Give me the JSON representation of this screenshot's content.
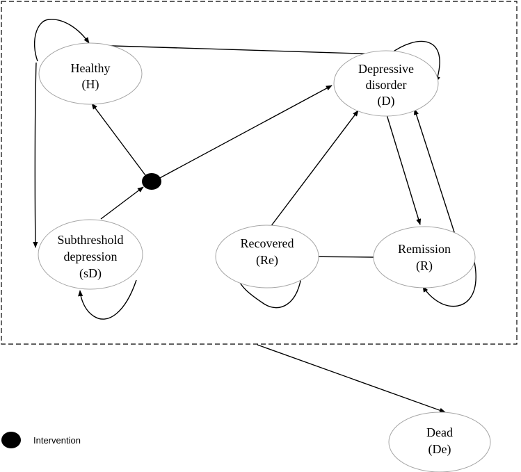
{
  "diagram": {
    "states": [
      {
        "id": "H",
        "lines": [
          "Healthy",
          "(H)"
        ]
      },
      {
        "id": "D",
        "lines": [
          "Depressive",
          "disorder",
          "(D)"
        ]
      },
      {
        "id": "sD",
        "lines": [
          "Subthreshold",
          "depression",
          "(sD)"
        ]
      },
      {
        "id": "Re",
        "lines": [
          "Recovered",
          "(Re)"
        ]
      },
      {
        "id": "R",
        "lines": [
          "Remission",
          "(R)"
        ]
      },
      {
        "id": "De",
        "lines": [
          "Dead",
          "(De)"
        ]
      }
    ],
    "transitions": [
      {
        "from": "H",
        "to": "H"
      },
      {
        "from": "H",
        "to": "D"
      },
      {
        "from": "H",
        "to": "sD"
      },
      {
        "from": "D",
        "to": "D"
      },
      {
        "from": "D",
        "to": "R"
      },
      {
        "from": "R",
        "to": "D"
      },
      {
        "from": "R",
        "to": "R"
      },
      {
        "from": "R",
        "to": "Re"
      },
      {
        "from": "Re",
        "to": "D"
      },
      {
        "from": "Re",
        "to": "Re"
      },
      {
        "from": "sD",
        "to": "sD"
      },
      {
        "from": "sD",
        "to": "Intervention"
      },
      {
        "from": "Intervention",
        "to": "H"
      },
      {
        "from": "Intervention",
        "to": "D"
      },
      {
        "from": "All states",
        "to": "De"
      }
    ]
  },
  "legend": {
    "intervention_label": "Intervention",
    "marker_color": "#000000"
  },
  "colors": {
    "node_border": "#a6a6a6",
    "edge": "#000000",
    "background": "#ffffff"
  }
}
